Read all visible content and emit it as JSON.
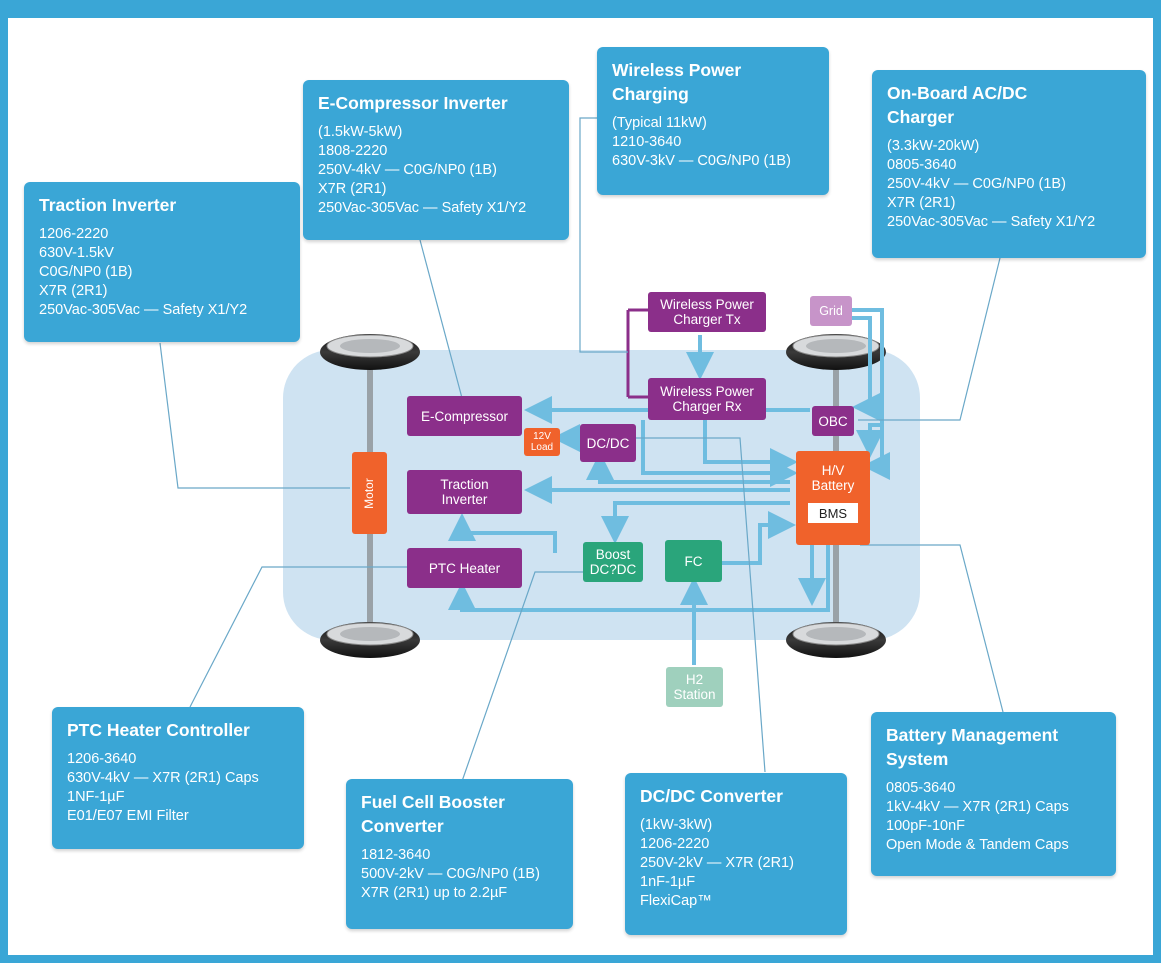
{
  "colors": {
    "frame": "#3aa6d6",
    "panel": "#3aa6d6",
    "car_body": "#cfe3f2",
    "power_block": "#8b2f8a",
    "hv_block": "#f0622b",
    "fuel_block": "#2aa57b",
    "arrow": "#6fbde0"
  },
  "panels": {
    "traction_inverter": {
      "title": "Traction Inverter",
      "lines": [
        "1206-2220",
        "630V-1.5kV",
        "C0G/NP0 (1B)",
        "X7R (2R1)",
        "250Vac-305Vac — Safety X1/Y2"
      ]
    },
    "e_compressor_inverter": {
      "title": "E-Compressor Inverter",
      "lines": [
        "(1.5kW-5kW)",
        "1808-2220",
        "250V-4kV — C0G/NP0 (1B)",
        "X7R (2R1)",
        "250Vac-305Vac — Safety X1/Y2"
      ]
    },
    "wireless_power_charging": {
      "title": "Wireless Power\nCharging",
      "lines": [
        "(Typical 11kW)",
        "1210-3640",
        "630V-3kV — C0G/NP0 (1B)"
      ]
    },
    "onboard_charger": {
      "title": "On-Board AC/DC\nCharger",
      "lines": [
        "(3.3kW-20kW)",
        "0805-3640",
        "250V-4kV — C0G/NP0 (1B)",
        "X7R (2R1)",
        "250Vac-305Vac — Safety X1/Y2"
      ]
    },
    "ptc_heater_controller": {
      "title": "PTC Heater Controller",
      "lines": [
        "1206-3640",
        "630V-4kV — X7R (2R1) Caps",
        "1NF-1µF",
        "E01/E07 EMI Filter"
      ]
    },
    "fuel_cell_booster": {
      "title": "Fuel Cell Booster\nConverter",
      "lines": [
        "1812-3640",
        "500V-2kV — C0G/NP0 (1B)",
        "X7R (2R1) up to 2.2µF"
      ]
    },
    "dcdc_converter": {
      "title": "DC/DC Converter",
      "lines": [
        "(1kW-3kW)",
        "1206-2220",
        "250V-2kV — X7R (2R1)",
        "1nF-1µF",
        "FlexiCap™"
      ]
    },
    "bms_panel": {
      "title": "Battery Management\nSystem",
      "lines": [
        "0805-3640",
        "1kV-4kV — X7R (2R1) Caps",
        "100pF-10nF",
        "Open Mode & Tandem Caps"
      ]
    }
  },
  "blocks": {
    "wireless_tx": "Wireless Power\nCharger Tx",
    "wireless_rx": "Wireless Power\nCharger Rx",
    "grid": "Grid",
    "obc": "OBC",
    "e_compressor": "E-Compressor",
    "load_12v": "12V\nLoad",
    "dcdc": "DC/DC",
    "motor": "Motor",
    "traction_inverter": "Traction\nInverter",
    "hv_battery": "H/V\nBattery",
    "bms": "BMS",
    "boost_dcdc": "Boost\nDC?DC",
    "fc": "FC",
    "ptc_heater": "PTC Heater",
    "h2_station": "H2\nStation"
  }
}
